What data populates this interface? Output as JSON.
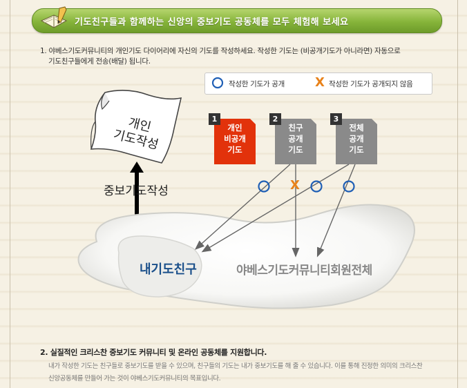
{
  "banner": {
    "title": "기도친구들과 함께하는 신앙의 중보기도 공동체를 모두 체험해 보세요"
  },
  "step1": {
    "line1": "1. 야베스기도커뮤니티의 개인기도 다이어리에 자신의 기도를 작성하세요. 작성한 기도는 (비공개기도가 아니라면) 자동으로",
    "line2": "기도친구들에게 전송(배달) 됩니다."
  },
  "legend": {
    "public": "작성한 기도가 공개",
    "private_mark": "X",
    "not_public": "작성한 기도가 공개되지 않음"
  },
  "paper": {
    "line1": "개인",
    "line2": "기도작성"
  },
  "side_label": "중보기도작성",
  "boxes": [
    {
      "num": "1",
      "label1": "개인",
      "label2": "비공개",
      "label3": "기도"
    },
    {
      "num": "2",
      "label1": "친구",
      "label2": "공개",
      "label3": "기도"
    },
    {
      "num": "3",
      "label1": "전체",
      "label2": "공개",
      "label3": "기도"
    }
  ],
  "markers": {
    "x": "X"
  },
  "targets": {
    "my_friends": "내기도친구",
    "all_members": "야베스기도커뮤니티회원전체"
  },
  "step2": {
    "title": "2. 실질적인 크리스찬 중보기도 커뮤니티 및 온라인 공동체를 지원합니다.",
    "desc1": "내가 작성한 기도는 친구들로 중보기도를 받을 수 있으며, 친구들의 기도는 내가 중보기도를 해 줄 수 있습니다. 이를 통해 진정한 의미의 크리스찬",
    "desc2": "신앙공동체를 만들어 가는 것이 야베스기도커뮤니티의 목표입니다."
  },
  "colors": {
    "private": "#e2320b",
    "public_box": "#8a8a8a",
    "circle": "#1f5fb5",
    "x_mark": "#e8821a",
    "banner": "#86b43a"
  },
  "icons": {
    "book": "book-pen-icon",
    "arrow": "up-arrow-icon"
  }
}
